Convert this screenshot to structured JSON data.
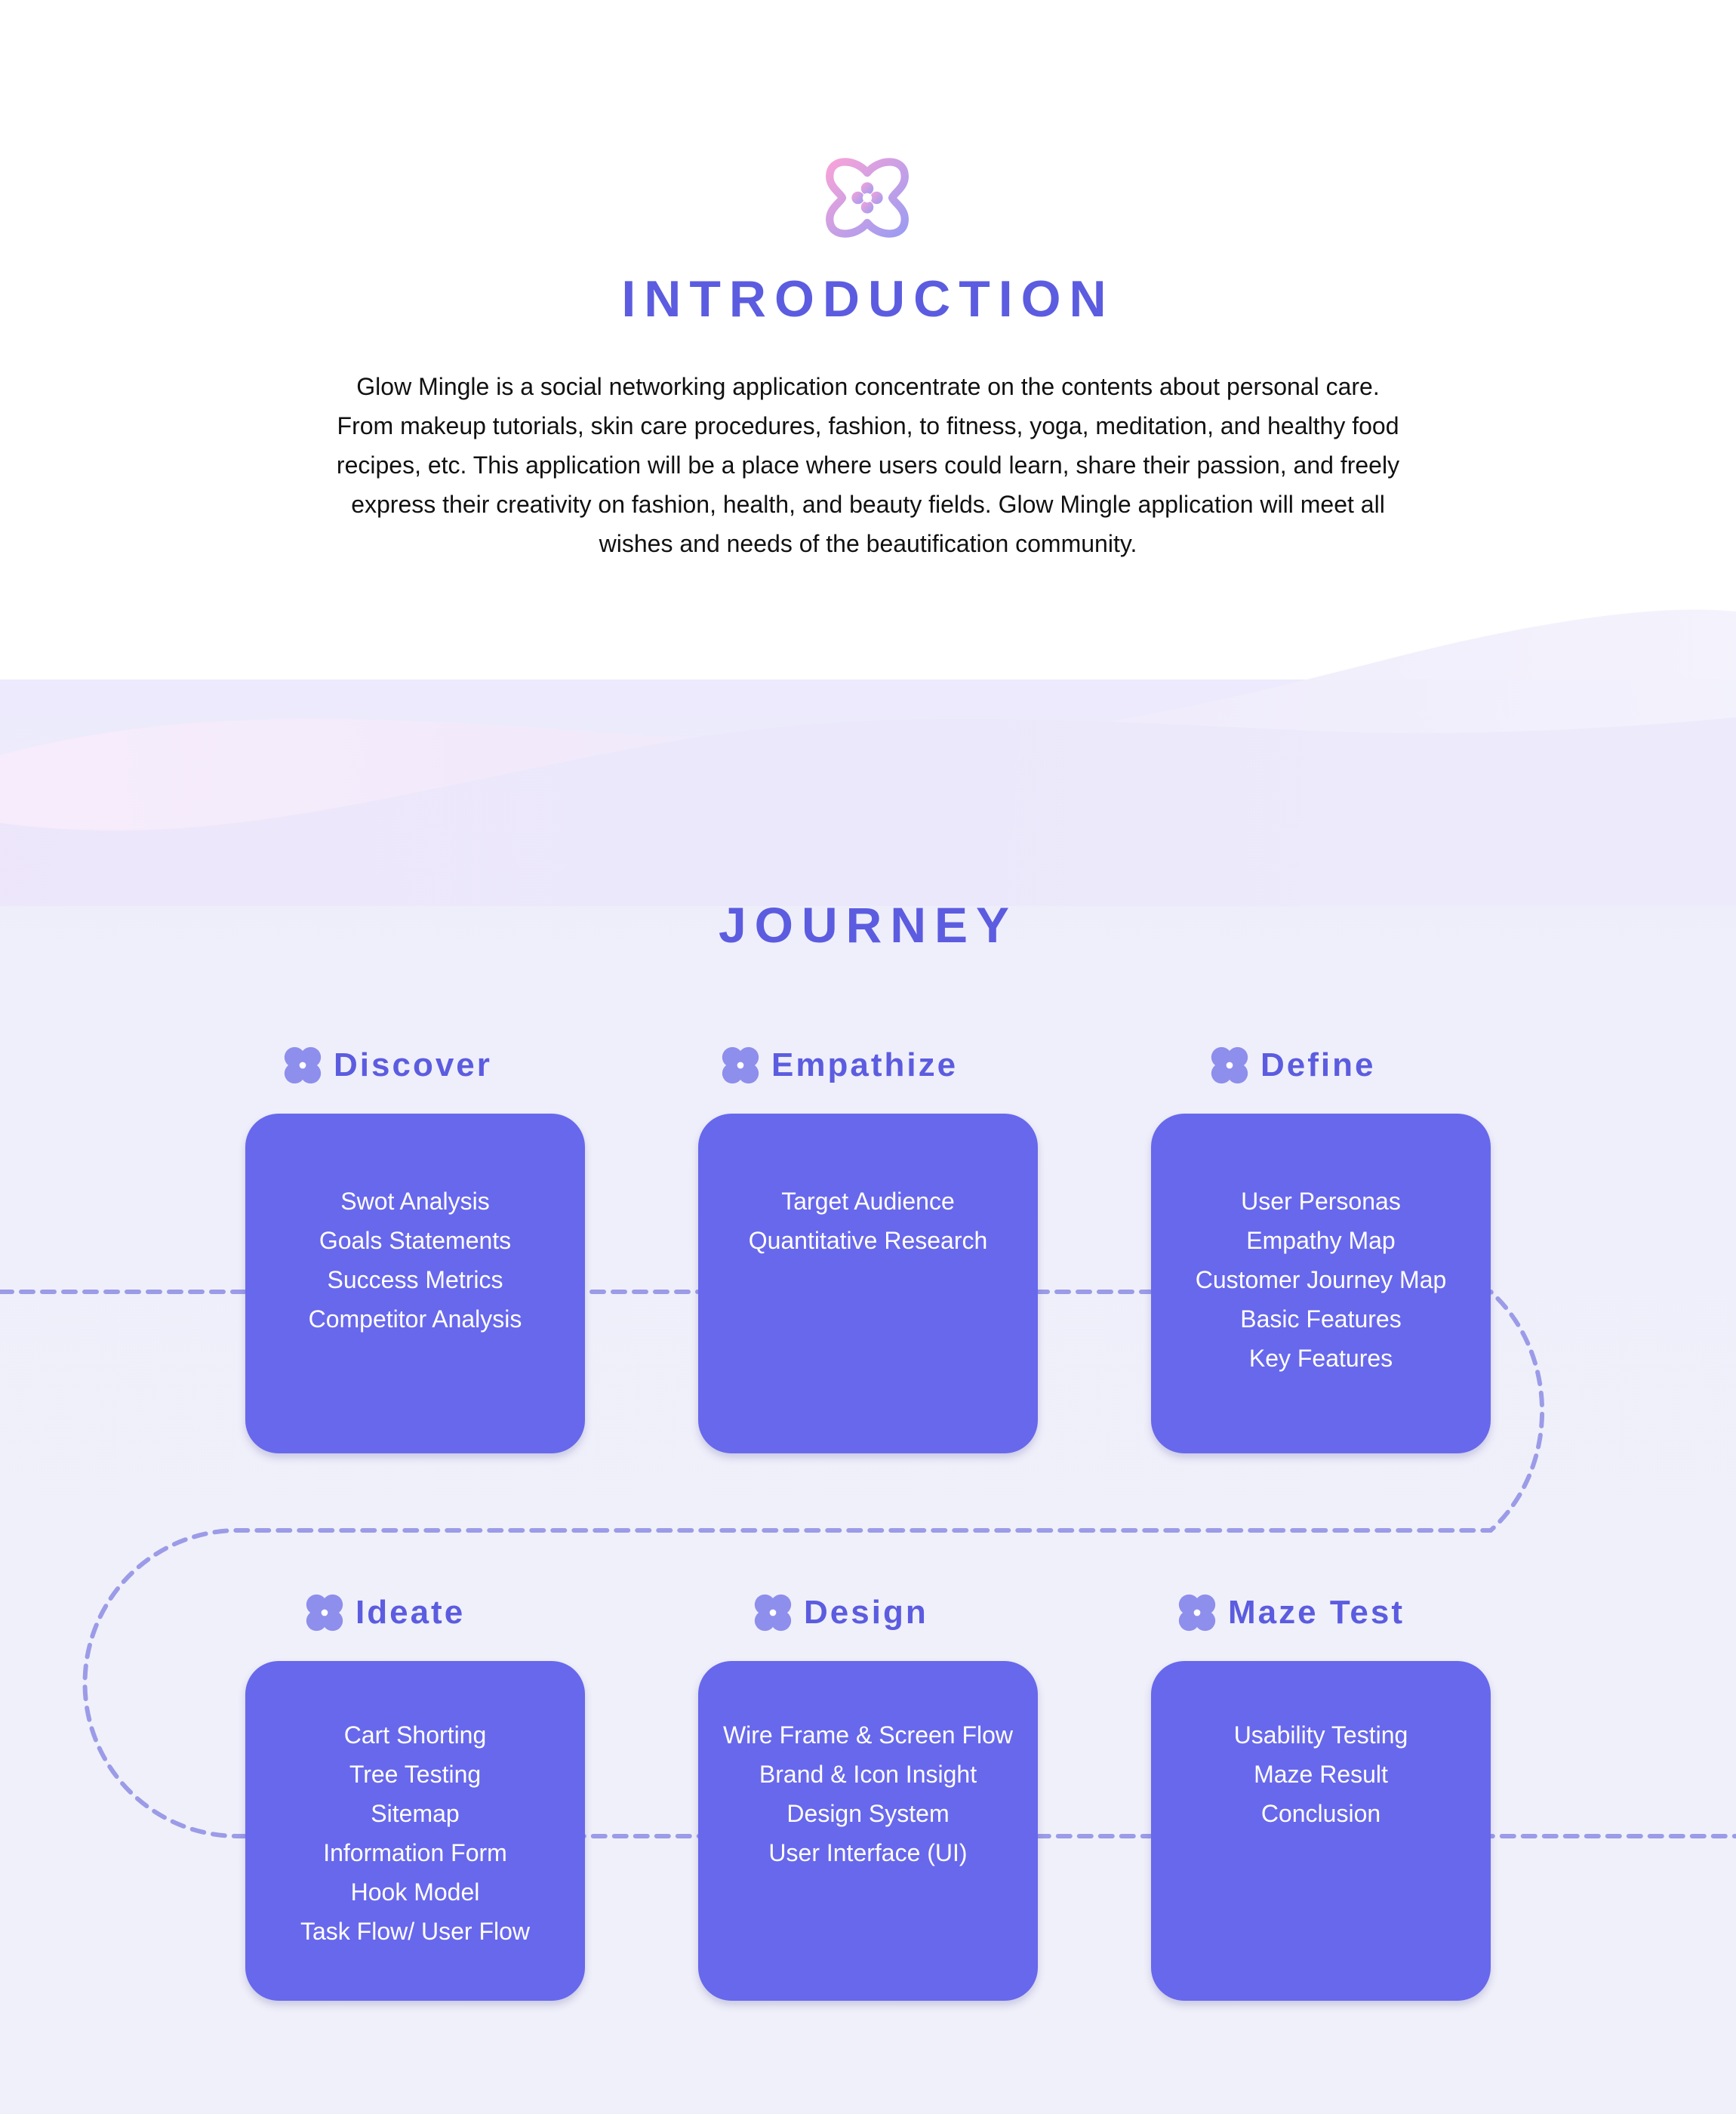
{
  "intro": {
    "title": "INTRODUCTION",
    "paragraph": "Glow Mingle is a social networking application concentrate on the contents about personal care. From makeup tutorials, skin care procedures, fashion, to fitness, yoga, meditation, and healthy food recipes, etc. This application will be a place where users could learn, share their passion, and freely express their creativity on fashion, health, and beauty fields. Glow Mingle application will meet all wishes and needs of the beautification community."
  },
  "journey": {
    "title": "JOURNEY",
    "stages": [
      {
        "title": "Discover",
        "items": [
          "Swot Analysis",
          "Goals Statements",
          "Success Metrics",
          "Competitor Analysis"
        ]
      },
      {
        "title": "Empathize",
        "items": [
          "Target Audience",
          "Quantitative Research"
        ]
      },
      {
        "title": "Define",
        "items": [
          "User Personas",
          "Empathy Map",
          "Customer Journey Map",
          "Basic Features",
          "Key Features"
        ]
      },
      {
        "title": "Ideate",
        "items": [
          "Cart Shorting",
          "Tree Testing",
          "Sitemap",
          "Information Form",
          "Hook Model",
          "Task Flow/ User Flow"
        ]
      },
      {
        "title": "Design",
        "items": [
          "Wire Frame & Screen Flow",
          "Brand & Icon Insight",
          "Design System",
          "User Interface (UI)"
        ]
      },
      {
        "title": "Maze Test",
        "items": [
          "Usability Testing",
          "Maze Result",
          "Conclusion"
        ]
      }
    ]
  },
  "colors": {
    "accent": "#5c5ce0",
    "card": "#6868ec",
    "path": "#9b9be8",
    "icon": "#8e8eec"
  },
  "icons": {
    "logo": "glow-mingle-logo-icon",
    "stage": "flower-icon"
  }
}
